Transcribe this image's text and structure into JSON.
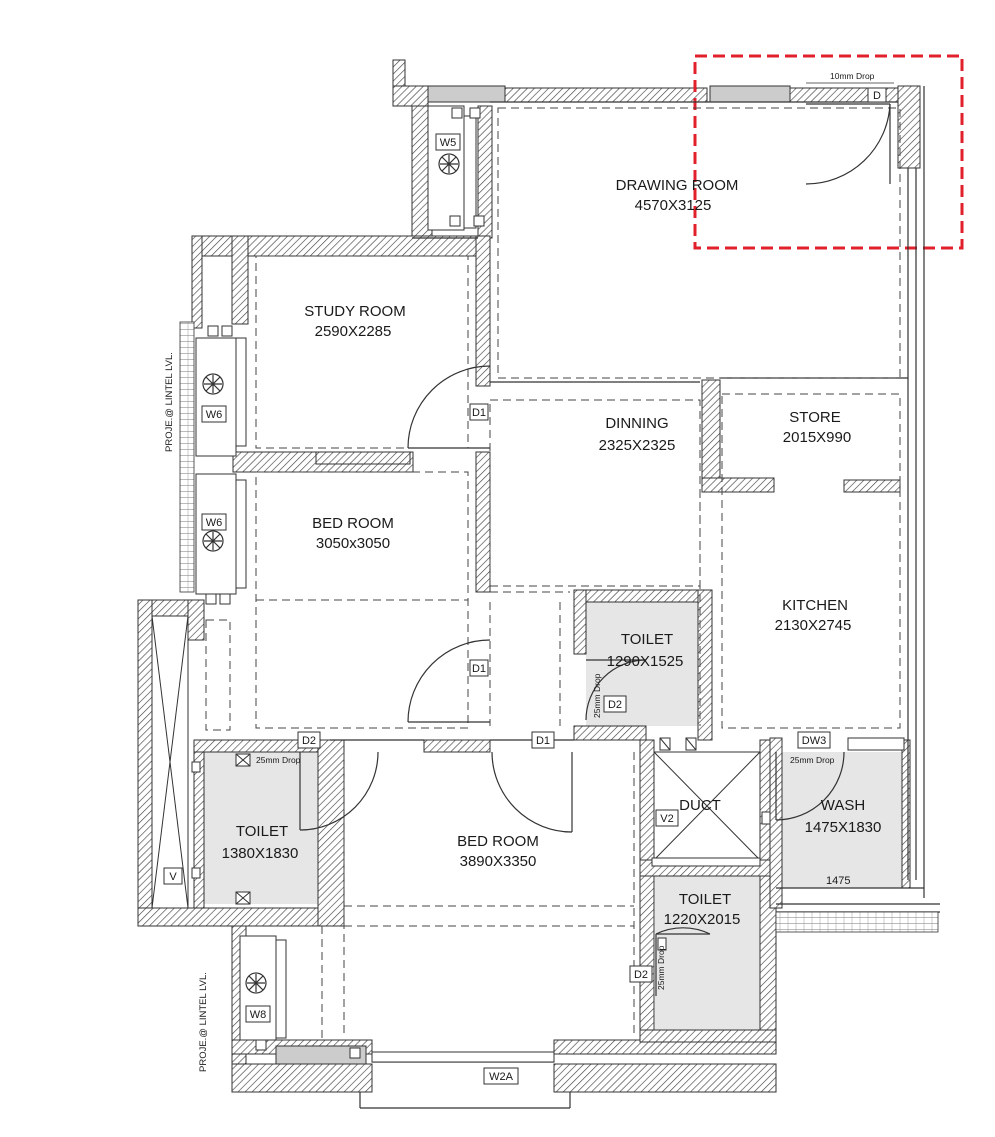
{
  "rooms": {
    "drawing": {
      "name": "DRAWING ROOM",
      "size": "4570X3125"
    },
    "study": {
      "name": "STUDY ROOM",
      "size": "2590X2285"
    },
    "dinning": {
      "name": "DINNING",
      "size": "2325X2325"
    },
    "store": {
      "name": "STORE",
      "size": "2015X990"
    },
    "bed1": {
      "name": "BED ROOM",
      "size": "3050x3050"
    },
    "kitchen": {
      "name": "KITCHEN",
      "size": "2130X2745"
    },
    "toilet_center": {
      "name": "TOILET",
      "size": "1290X1525"
    },
    "toilet_left": {
      "name": "TOILET",
      "size": "1380X1830"
    },
    "bed2": {
      "name": "BED ROOM",
      "size": "3890X3350"
    },
    "duct": {
      "name": "DUCT"
    },
    "wash": {
      "name": "WASH",
      "size": "1475X1830"
    },
    "toilet_right": {
      "name": "TOILET",
      "size": "1220X2015"
    }
  },
  "tags": {
    "d_main": "D",
    "d1_study": "D1",
    "d1_bed": "D1",
    "d1_bed2": "D1",
    "d2_toilet_center": "D2",
    "d2_toilet_left": "D2",
    "d2_toilet_right": "D2",
    "dw3": "DW3",
    "v2": "V2",
    "v": "V",
    "w5": "W5",
    "w6_top": "W6",
    "w6_bottom": "W6",
    "w8": "W8",
    "w2a": "W2A"
  },
  "notes": {
    "drop_10mm": "10mm Drop",
    "drop_25_left": "25mm Drop",
    "drop_25_wash": "25mm Drop",
    "drop_25_center": "25mm Drop",
    "drop_25_right": "25mm Drop",
    "dim_1475": "1475",
    "proje_top": "PROJE.@ LINTEL LVL.",
    "proje_bottom": "PROJE.@ LINTEL LVL."
  },
  "highlight": {
    "color": "#e0202a",
    "style": "dashed"
  },
  "colors": {
    "wall": "#8a8a8a",
    "hatch": "#444444",
    "wet_area": "#e6e6e6",
    "line": "#333333"
  }
}
